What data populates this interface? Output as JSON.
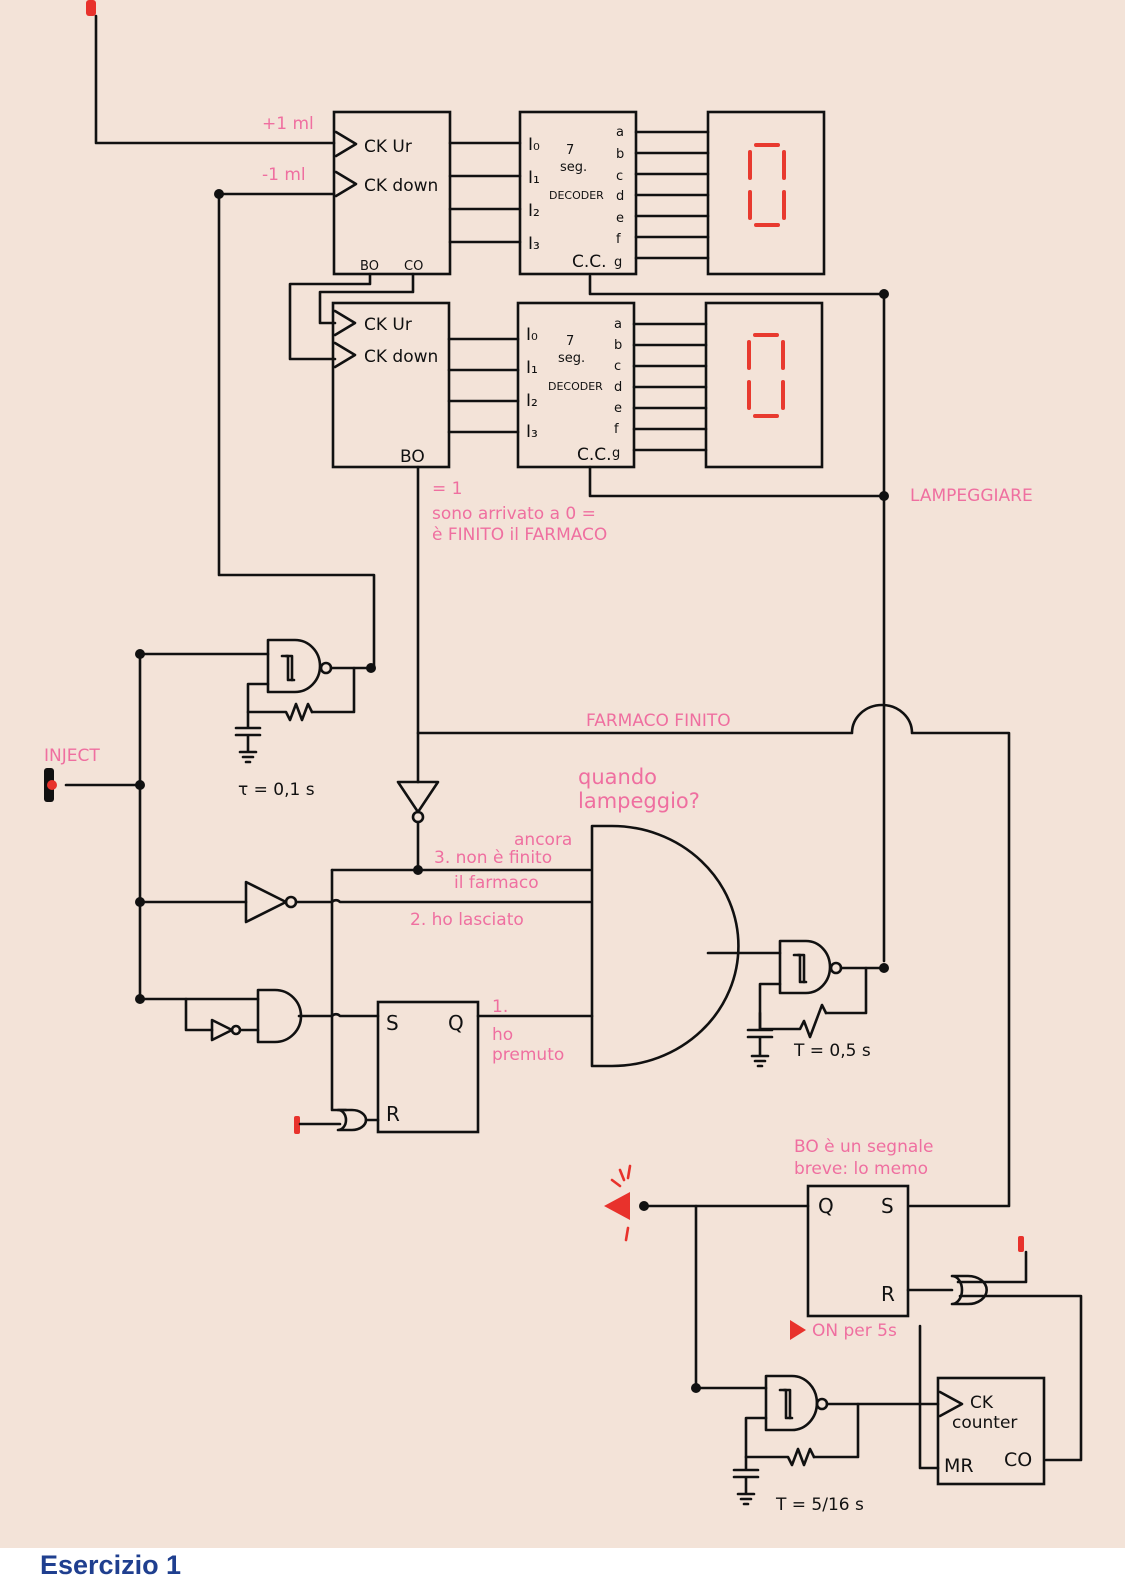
{
  "counter1": {
    "ck_up": "CK Ur",
    "ck_down": "CK down",
    "bo": "BO",
    "co": "CO"
  },
  "counter2": {
    "ck_up": "CK Ur",
    "ck_down": "CK down",
    "bo": "BO"
  },
  "decoder": {
    "i0": "I₀",
    "i1": "I₁",
    "i2": "I₂",
    "i3": "I₃",
    "title_num": "7",
    "title_seg": "seg.",
    "title_dec": "DECODER",
    "cc": "C.C.",
    "outs": [
      "a",
      "b",
      "c",
      "d",
      "e",
      "f",
      "g"
    ]
  },
  "display_digit": "0",
  "notes": {
    "plus": "+1 ml",
    "minus": "-1 ml",
    "bo_eq": "= 1",
    "bo_reached": "sono arrivato a 0 =",
    "bo_finished": "è FINITO il FARMACO",
    "blink": "LAMPEGGIARE",
    "drug_finished": "FARMACO FINITO",
    "when_1": "quando",
    "when_2": "lampeggio?",
    "c3a": "ancora",
    "c3b": "3. non è finito",
    "c3c": "il farmaco",
    "c2": "2. ho lasciato",
    "c1a": "1.",
    "c1b": "ho",
    "c1c": "premuto",
    "bo_short_1": "BO è un segnale",
    "bo_short_2": "breve: lo memo",
    "on5": "ON per 5s"
  },
  "inject": "INJECT",
  "tau1": "τ = 0,1 s",
  "tau2": "T = 0,5 s",
  "tau3": "T = 5/16 s",
  "sr1": {
    "s": "S",
    "q": "Q",
    "r": "R"
  },
  "sr2": {
    "q": "Q",
    "s": "S",
    "r": "R"
  },
  "counter3": {
    "ck": "CK",
    "counter": "counter",
    "mr": "MR",
    "co": "CO"
  },
  "footer": "Esercizio 1",
  "colors": {
    "background": "#f3e3d8",
    "note": "#ef6fa0",
    "segment": "#e83a2f",
    "footer_title": "#1f3f8f"
  }
}
